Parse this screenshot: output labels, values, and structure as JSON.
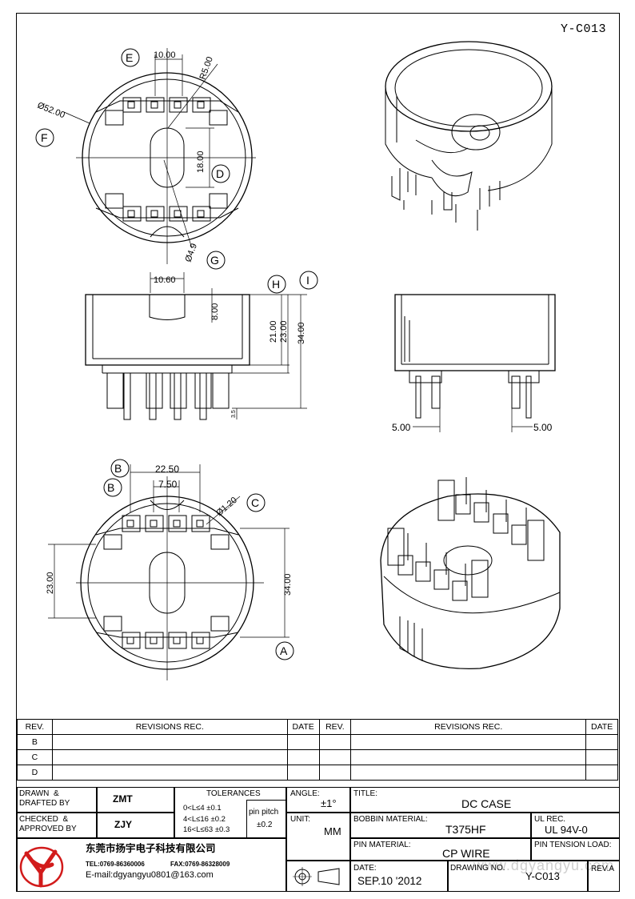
{
  "doc_number": "Y-C013",
  "watermark": "www.dgyangyu.com",
  "dims": {
    "d1": "10.00",
    "d2": "R5.00",
    "d3": "Ø52.00",
    "d4": "18.00",
    "d5": "Ø4.9",
    "d6": "10.60",
    "d7": "8.00",
    "d8": "21.00",
    "d9": "23.00",
    "d10": "34.00",
    "d11": "3.5",
    "d12": "5.00",
    "d13": "5.00",
    "d14": "22.50",
    "d15": "7.50",
    "d16": "Ø1.20",
    "d17": "23.00",
    "d18": "34.00"
  },
  "callouts": {
    "A": "A",
    "B": "B",
    "C": "C",
    "D": "D",
    "E": "E",
    "F": "F",
    "G": "G",
    "H": "H",
    "I": "I"
  },
  "revisions": {
    "rev_header": "REV.",
    "revisions_header": "REVISIONS   REC.",
    "date_header": "DATE",
    "rows": [
      "B",
      "C",
      "D"
    ]
  },
  "titleblock": {
    "drawn_label": "DRAWN  &\nDRAFTED BY",
    "drawn_value": "ZMT",
    "checked_label": "CHECKED  &\nAPPROVED BY",
    "checked_value": "ZJY",
    "tolerances_label": "TOLERANCES",
    "tol_1": "0<L≤4    ±0.1",
    "tol_2": "4<L≤16  ±0.2",
    "tol_3": "16<L≤63  ±0.3",
    "pin_pitch_label": "pin  pitch",
    "pin_pitch_value": "±0.2",
    "angle_label": "ANGLE:",
    "angle_value": "±1°",
    "unit_label": "UNIT:",
    "unit_value": "MM",
    "title_label": "TITLE:",
    "title_value": "DC  CASE",
    "bobbin_label": "BOBBIN  MATERIAL:",
    "bobbin_value": "T375HF",
    "ul_label": "UL  REC.",
    "ul_value": "UL  94V-0",
    "pin_material_label": "PIN  MATERIAL:",
    "pin_material_value": "CP  WIRE",
    "pin_tension_label": "PIN  TENSION  LOAD:",
    "date_label": "DATE:",
    "date_value": "SEP.10  '2012",
    "drawing_no_label": "DRAWING  NO.",
    "drawing_no_value": "Y-C013",
    "rev_label": "REV.A",
    "company": "东莞市扬宇电子科技有限公司",
    "tel": "TEL:0769-86360006",
    "fax": "FAX:0769-86328009",
    "email": "E-mail:dgyangyu0801@163.com"
  }
}
